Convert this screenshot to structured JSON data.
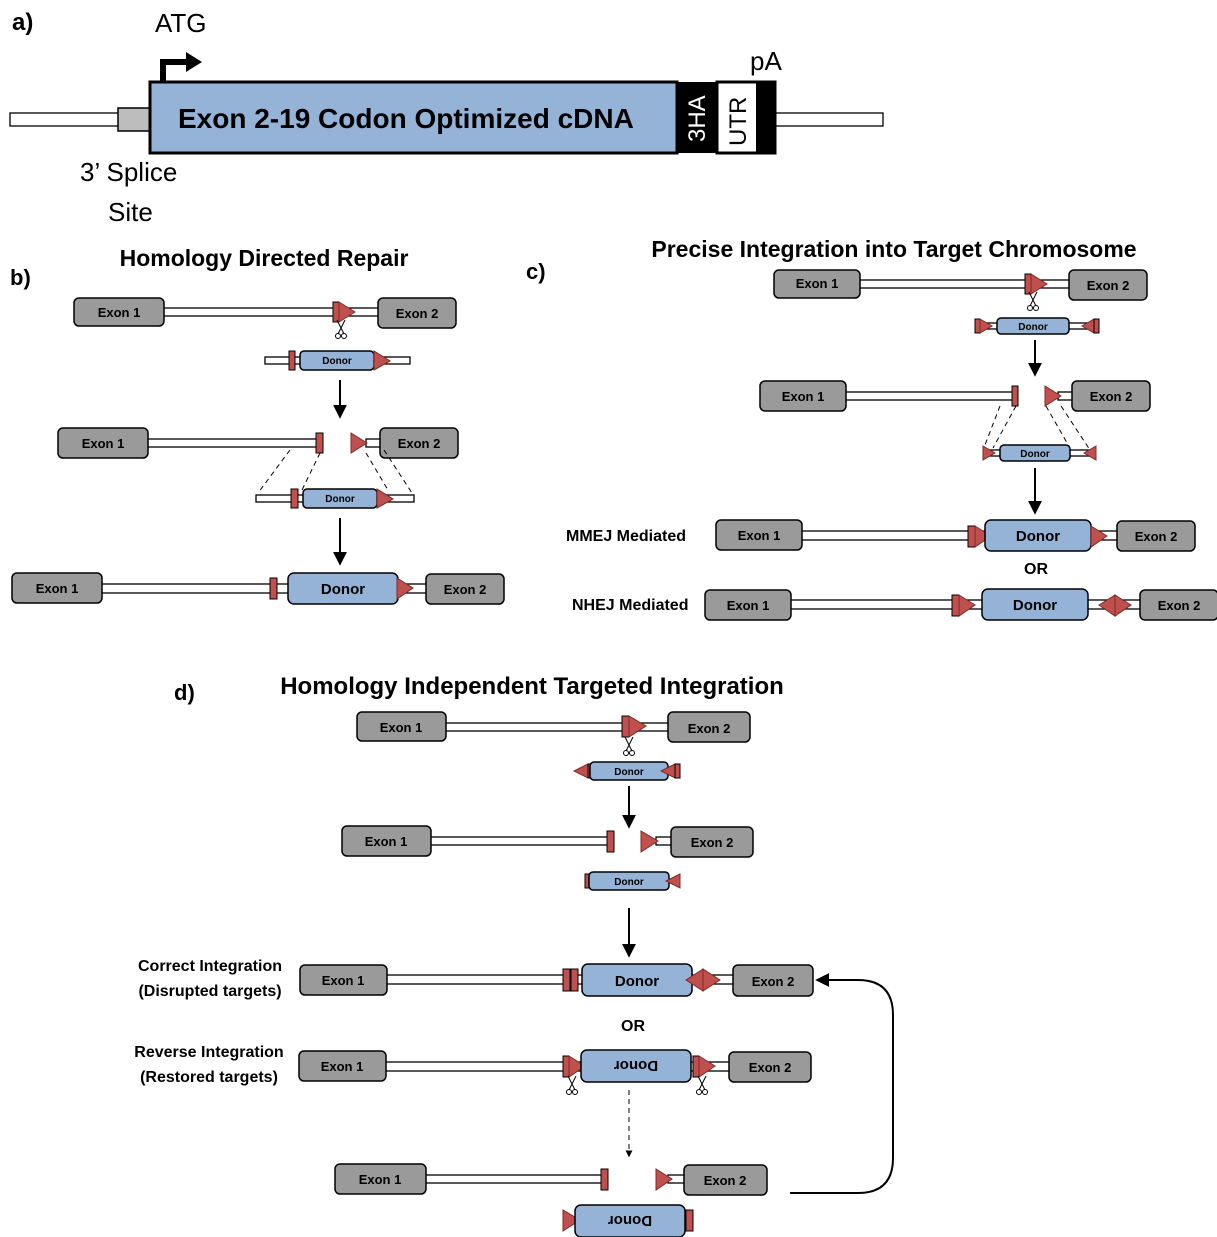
{
  "panel_a": {
    "letter": "a)",
    "atg": "ATG",
    "pa": "pA",
    "cdna": "Exon 2-19 Codon Optimized cDNA",
    "tag": "3HA",
    "utr": "UTR",
    "splice_1": "3’ Splice",
    "splice_2": "Site"
  },
  "panel_b": {
    "letter": "b)",
    "title": "Homology Directed Repair"
  },
  "panel_c": {
    "letter": "c)",
    "title": "Precise Integration into Target Chromosome",
    "mmej": "MMEJ Mediated",
    "or": "OR",
    "nhej": "NHEJ Mediated"
  },
  "panel_d": {
    "letter": "d)",
    "title": "Homology Independent Targeted Integration",
    "correct_1": "Correct Integration",
    "correct_2": "(Disrupted targets)",
    "or": "OR",
    "reverse_1": "Reverse Integration",
    "reverse_2": "(Restored targets)"
  },
  "labels": {
    "exon1": "Exon 1",
    "exon2": "Exon 2",
    "donor": "Donor"
  },
  "colors": {
    "exon": "#9a9a9a",
    "donor": "#95b3d7",
    "cut_site": "#c0504d",
    "cdna": "#95b3d7"
  },
  "icons": [
    "scissors-icon",
    "bent-arrow-icon"
  ]
}
